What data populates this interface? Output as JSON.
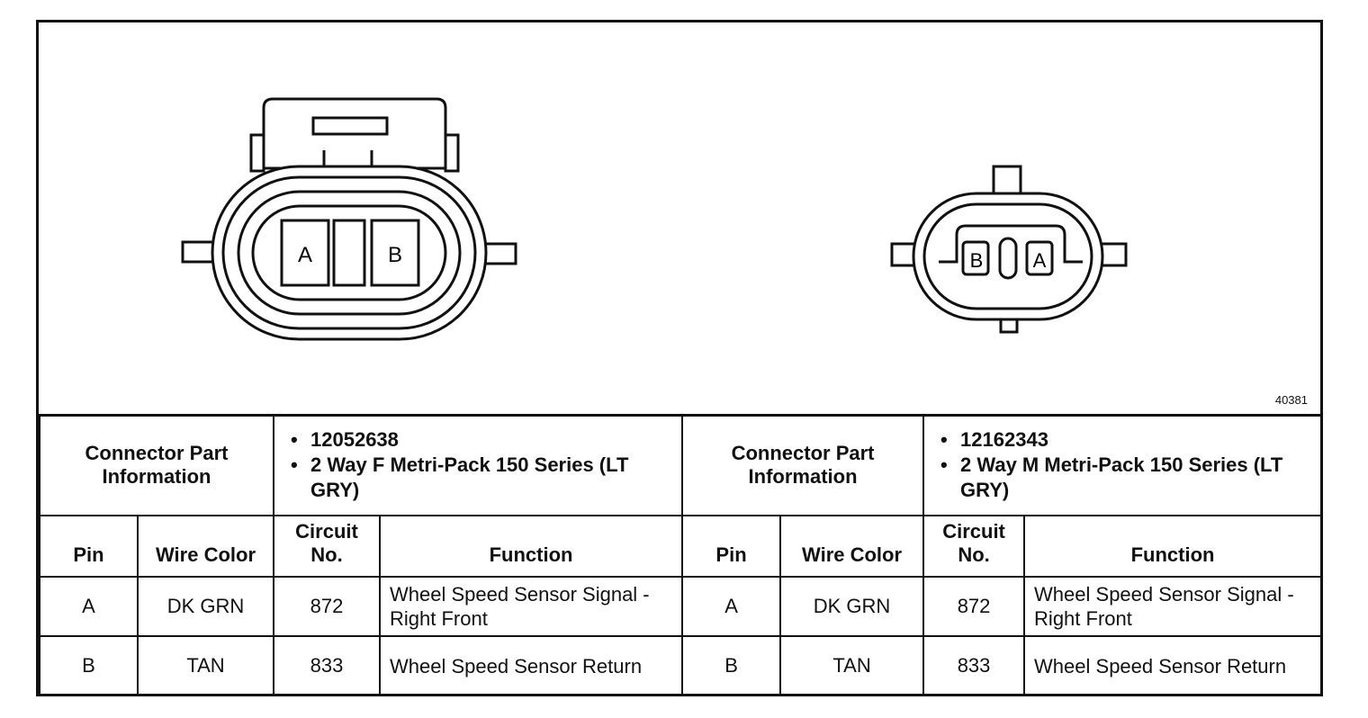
{
  "diagram": {
    "figure_number": "40381",
    "left_connector": {
      "pin_a": "A",
      "pin_b": "B"
    },
    "right_connector": {
      "pin_b": "B",
      "pin_a": "A"
    }
  },
  "table": {
    "left": {
      "part_info_label": "Connector Part Information",
      "part_info": [
        "12052638",
        "2 Way F Metri-Pack 150 Series (LT GRY)"
      ],
      "headers": {
        "pin": "Pin",
        "wire_color": "Wire Color",
        "circuit_no": "Circuit No.",
        "function": "Function"
      },
      "rows": [
        {
          "pin": "A",
          "wire_color": "DK GRN",
          "circuit_no": "872",
          "function": "Wheel Speed Sensor Signal - Right Front"
        },
        {
          "pin": "B",
          "wire_color": "TAN",
          "circuit_no": "833",
          "function": "Wheel Speed Sensor Return"
        }
      ]
    },
    "right": {
      "part_info_label": "Connector Part Information",
      "part_info": [
        "12162343",
        "2 Way M Metri-Pack 150 Series (LT GRY)"
      ],
      "headers": {
        "pin": "Pin",
        "wire_color": "Wire Color",
        "circuit_no": "Circuit No.",
        "function": "Function"
      },
      "rows": [
        {
          "pin": "A",
          "wire_color": "DK GRN",
          "circuit_no": "872",
          "function": "Wheel Speed Sensor Signal - Right Front"
        },
        {
          "pin": "B",
          "wire_color": "TAN",
          "circuit_no": "833",
          "function": "Wheel Speed Sensor Return"
        }
      ]
    }
  }
}
